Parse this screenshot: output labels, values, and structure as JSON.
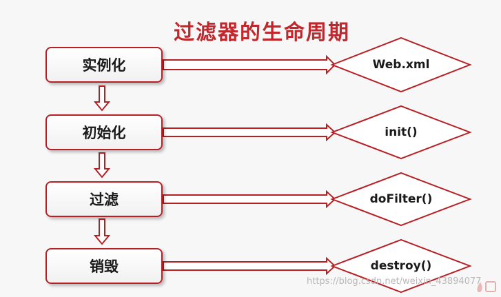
{
  "title": "过滤器的生命周期",
  "stages": [
    {
      "label": "实例化",
      "method": "Web.xml"
    },
    {
      "label": "初始化",
      "method": "init()"
    },
    {
      "label": "过滤",
      "method": "doFilter()"
    },
    {
      "label": "销毁",
      "method": "destroy()"
    }
  ],
  "watermark": "https://blog.csdn.net/weixin_43894077",
  "colors": {
    "accent": "#c0282d",
    "border": "#b62025"
  }
}
